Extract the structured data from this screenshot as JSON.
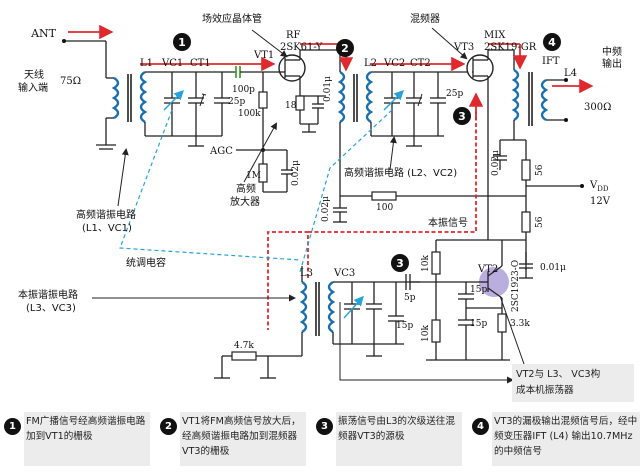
{
  "labels": {
    "ant": "ANT",
    "antenna_input": "天线",
    "antenna_input2": "输入端",
    "input_impedance": "75Ω",
    "fet_title": "场效应晶体管",
    "rf": "RF",
    "vt1_part": "2SK61-Y",
    "vt1": "VT1",
    "mixer_title": "混频器",
    "mix": "MIX",
    "vt3_part": "2SK19-GR",
    "vt3": "VT3",
    "if_out": "中频",
    "if_out2": "输出",
    "ift": "IFT",
    "l4": "L4",
    "out_impedance": "300Ω",
    "l1": "L1",
    "vc1": "VC1",
    "ct1": "CT1",
    "l2": "L2",
    "vc2": "VC2",
    "ct2": "CT2",
    "c_100p": "100p",
    "c_25p_a": "25p",
    "c_25p_b": "25p",
    "r_100k": "100k",
    "r_18": "18",
    "c_001a": "0.01μ",
    "agc": "AGC",
    "r_1m": "1M",
    "c_002a": "0.02μ",
    "rf_amp": "高频",
    "rf_amp2": "放大器",
    "rf_tank_1": "高频谐振电路",
    "rf_tank_1b": "(L1、VC1)",
    "rf_tank_2": "高频谐振电路 (L2、VC2)",
    "c_002b": "0.02μ",
    "r_100": "100",
    "c_002c": "0.02μ",
    "r_56a": "56",
    "r_56b": "56",
    "vdd": "V",
    "vdd_sub": "DD",
    "vdd_val": "12V",
    "osc_signal": "本振信号",
    "ganged_cap": "统调电容",
    "osc_tank": "本振谐振电路",
    "osc_tank2": "(L3、VC3)",
    "l3": "L3",
    "vc3": "VC3",
    "c_5p": "5p",
    "c_15p_a": "15p",
    "c_15p_b": "15p",
    "c_15p_c": "15p",
    "r_10k_a": "10k",
    "r_10k_b": "10k",
    "vt2": "VT2",
    "vt2_part": "2SC1923-O",
    "c_001b": "0.01μ",
    "r_3k3": "3.3k",
    "r_4k7": "4.7k",
    "badge1": "1",
    "badge2": "2",
    "badge3": "3",
    "badge4": "4",
    "badge3b": "3"
  },
  "note": {
    "line1": "VT2与 L3、 VC3构",
    "line2": "成本机振荡器"
  },
  "footer": [
    {
      "num": "1",
      "text": "FM广播信号经高频谐振电路加到VT1的栅极"
    },
    {
      "num": "2",
      "text": "VT1将FM高频信号放大后，经高频谐振电路加到混频器VT3的栅极"
    },
    {
      "num": "3",
      "text": "振荡信号由L3的次级送往混频器VT3的源极"
    },
    {
      "num": "4",
      "text": "VT3的漏极输出混频信号后，经中频变压器IFT (L4) 输出10.7MHz的中频信号"
    }
  ],
  "colors": {
    "signal": "#e0282f",
    "coil": "#1a6fb0",
    "tuning": "#26a3d9",
    "highlight": "#a99ad6"
  }
}
